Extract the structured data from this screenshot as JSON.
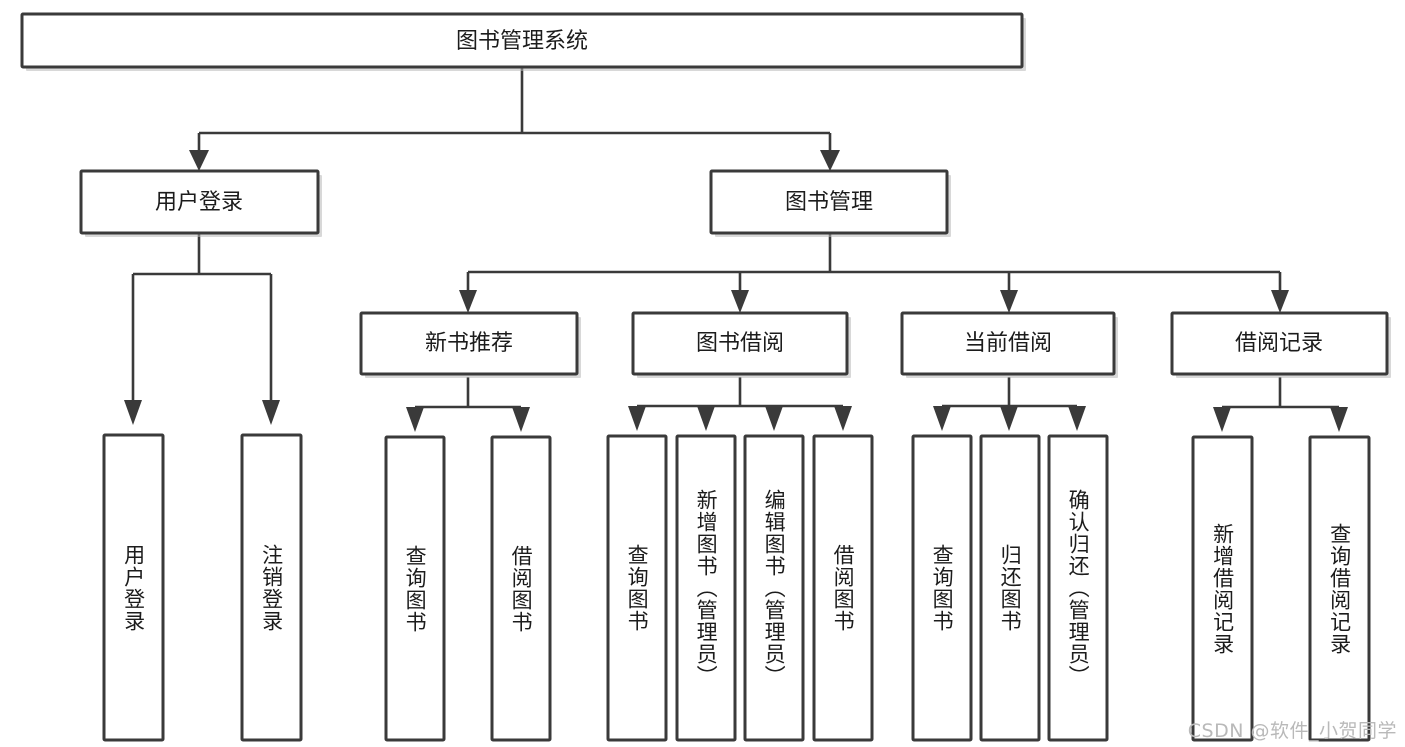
{
  "diagram": {
    "title": "图书管理系统",
    "type": "tree-hierarchy",
    "root": {
      "label": "图书管理系统"
    },
    "level1": [
      {
        "label": "用户登录"
      },
      {
        "label": "图书管理"
      }
    ],
    "level2": [
      {
        "label": "新书推荐"
      },
      {
        "label": "图书借阅"
      },
      {
        "label": "当前借阅"
      },
      {
        "label": "借阅记录"
      }
    ],
    "leaves": {
      "user_login": [
        {
          "label": "用户登录"
        },
        {
          "label": "注销登录"
        }
      ],
      "new_book_recommend": [
        {
          "label": "查询图书"
        },
        {
          "label": "借阅图书"
        }
      ],
      "book_borrow": [
        {
          "label": "查询图书"
        },
        {
          "label": "新增图书（管理员）"
        },
        {
          "label": "编辑图书（管理员）"
        },
        {
          "label": "借阅图书"
        }
      ],
      "current_borrow": [
        {
          "label": "查询图书"
        },
        {
          "label": "归还图书"
        },
        {
          "label": "确认归还（管理员）"
        }
      ],
      "borrow_record": [
        {
          "label": "新增借阅记录"
        },
        {
          "label": "查询借阅记录"
        }
      ]
    }
  },
  "watermark": {
    "text": "CSDN @软件_小贺同学"
  },
  "colors": {
    "box_stroke": "#3a3a3a",
    "box_fill": "#ffffff",
    "text": "#1c1c1c",
    "watermark": "#b9b9b9",
    "background": "#ffffff"
  }
}
